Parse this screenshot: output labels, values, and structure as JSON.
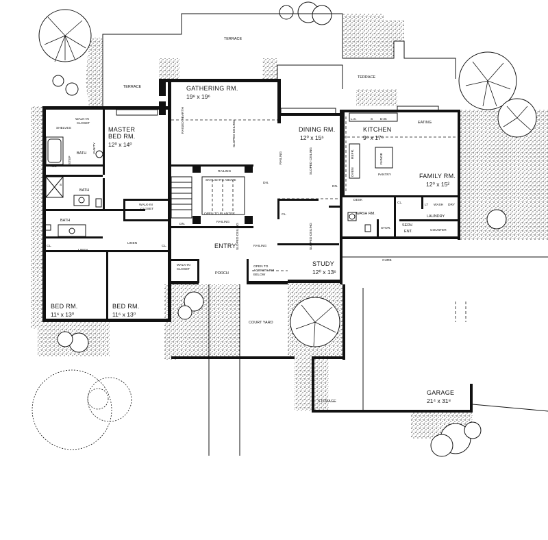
{
  "labels": {
    "terrace_top": "TERRACE",
    "terrace_left": "TERRACE",
    "terrace_right": "TERRACE",
    "gathering": "GATHERING RM.",
    "gathering_dim": "19⁸ x 19⁶",
    "raised_hearth": "RAISED HEARTH",
    "sloped_ceiling_1": "SLOPED CEILING",
    "sloped_ceiling_2": "SLOPED CEILING",
    "sloped_ceiling_3": "SLOPED CEILING",
    "sloped_ceiling_4": "SLOPED CEILING",
    "master": "MASTER",
    "master2": "BED RM.",
    "master_dim": "12⁰ x 14⁰",
    "walkin_closet_1": "WALK-IN",
    "walkin_closet_1b": "CLOSET",
    "shelves": "SHELVES",
    "bath_1": "BATH",
    "vanity": "VANITY",
    "tub": "TUB",
    "step": "STEP",
    "bath_2": "BATH",
    "s_label": "S",
    "walkin_closet_2": "WALK-IN",
    "walkin_closet_2b": "CLOSET",
    "bath_3": "BATH",
    "cl_1": "CL.",
    "linen_1": "LINEN",
    "linen_2": "LINEN",
    "cl_2": "CL.",
    "bedrm_1": "BED RM.",
    "bedrm_1_dim": "11⁶ x 13⁰",
    "bedrm_2": "BED RM.",
    "bedrm_2_dim": "11⁶ x 13⁰",
    "walkin_closet_3": "WALK-IN",
    "walkin_closet_3b": "CLOSET",
    "railing_1": "RAILING",
    "skylights": "SKYLIGHTS ABOVE",
    "open_planter": "OPEN TO PLANTER",
    "railing_2": "RAILING",
    "dn_1": "DN.",
    "dn_2": "DN.",
    "dn_3": "DN.",
    "entry": "ENTRY",
    "railing_3": "RAILING",
    "open_activity": "OPEN TO",
    "open_activity2": "ACTIVITY RM",
    "open_activity3": "BELOW",
    "porch": "PORCH",
    "cl_3": "CL.",
    "dining": "DINING RM.",
    "dining_dim": "12⁰ x 15⁶",
    "railing_4": "RAILING",
    "kitchen": "KITCHEN",
    "kitchen_dim": "9⁶ x 17⁶",
    "eating": "EATING",
    "ls": "L.S.",
    "s_kitchen": "S",
    "dw": "D.W.",
    "oven": "OVEN",
    "refr": "REFR.",
    "range": "RANGE",
    "pantry": "PANTRY",
    "family": "FAMILY RM.",
    "family_dim": "12⁰ x 15²",
    "desk": "DESK",
    "wash": "WASH RM.",
    "stor": "STOR.",
    "serv": "SERV.",
    "serv2": "ENT.",
    "cl_4": "CL.",
    "lt": "LT",
    "wash2": "WASH",
    "dry": "DRY",
    "laundry": "LAUNDRY",
    "counter": "COUNTER",
    "study": "STUDY",
    "study_dim": "12⁰ x 13⁶",
    "curb": "CURB",
    "courtyard": "COURT YARD",
    "storage": "STORAGE",
    "garage": "GARAGE",
    "garage_dim": "21⁴ x 31⁸"
  }
}
